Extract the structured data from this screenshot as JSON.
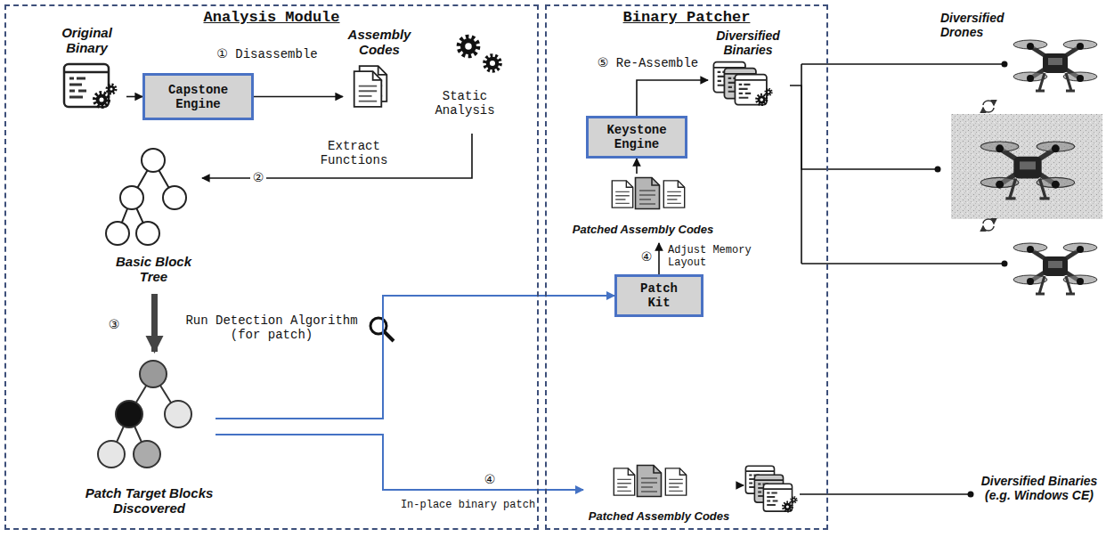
{
  "diagram": {
    "nodes": [
      {
        "text": [
          "Analysis Module"
        ]
      },
      {
        "text": [
          "Original Binary"
        ],
        "in": 0
      },
      {
        "text": [
          "Capstone Engine"
        ],
        "in": 0
      },
      {
        "text": [
          "Assembly Codes",
          "Static Analysis"
        ],
        "in": 0
      },
      {
        "text": [
          "Basic Block Tree"
        ],
        "in": 0
      },
      {
        "text": [
          "Patch Target Blocks Discovered"
        ],
        "in": 0
      },
      {
        "text": [
          "Binary Patcher"
        ]
      },
      {
        "text": [
          "Keystone Engine"
        ],
        "in": 6
      },
      {
        "text": [
          "Diversified Binaries"
        ],
        "in": 6
      },
      {
        "text": [
          "Patched Assembly Codes"
        ],
        "in": 6
      },
      {
        "text": [
          "Patch Kit"
        ],
        "in": 6
      },
      {
        "text": [
          "Patched Assembly Codes"
        ],
        "in": 6
      },
      {
        "text": [
          "Diversified Binaries (e.g. Windows CE)"
        ],
        "in": 6
      },
      {
        "text": [
          "Diversified Drones"
        ]
      }
    ],
    "edges": [
      {
        "from": 1,
        "to": 2,
        "arrow": "to"
      },
      {
        "from": 2,
        "to": 3,
        "arrow": "to"
      },
      {
        "from": 3,
        "to": 4,
        "label": "Extract Functions",
        "arrow": "to"
      },
      {
        "from": 4,
        "to": 5,
        "label": "Run Detection Algorithm (for patch)",
        "arrow": "to"
      },
      {
        "from": 5,
        "to": 10,
        "arrow": "to"
      },
      {
        "from": 5,
        "to": 11,
        "label": "In-place binary patch",
        "arrow": "to"
      },
      {
        "from": 10,
        "to": 9,
        "label": "Adjust Memory Layout",
        "arrow": "to"
      },
      {
        "from": 9,
        "to": 7,
        "arrow": "to"
      },
      {
        "from": 7,
        "to": 8,
        "label": "⑤ Re-Assemble",
        "arrow": "to"
      },
      {
        "from": 8,
        "to": 13,
        "arrow": "none"
      },
      {
        "from": 11,
        "to": 12,
        "arrow": "to"
      }
    ],
    "labels": [
      "① Disassemble",
      "②",
      "③",
      "④",
      "④"
    ]
  }
}
